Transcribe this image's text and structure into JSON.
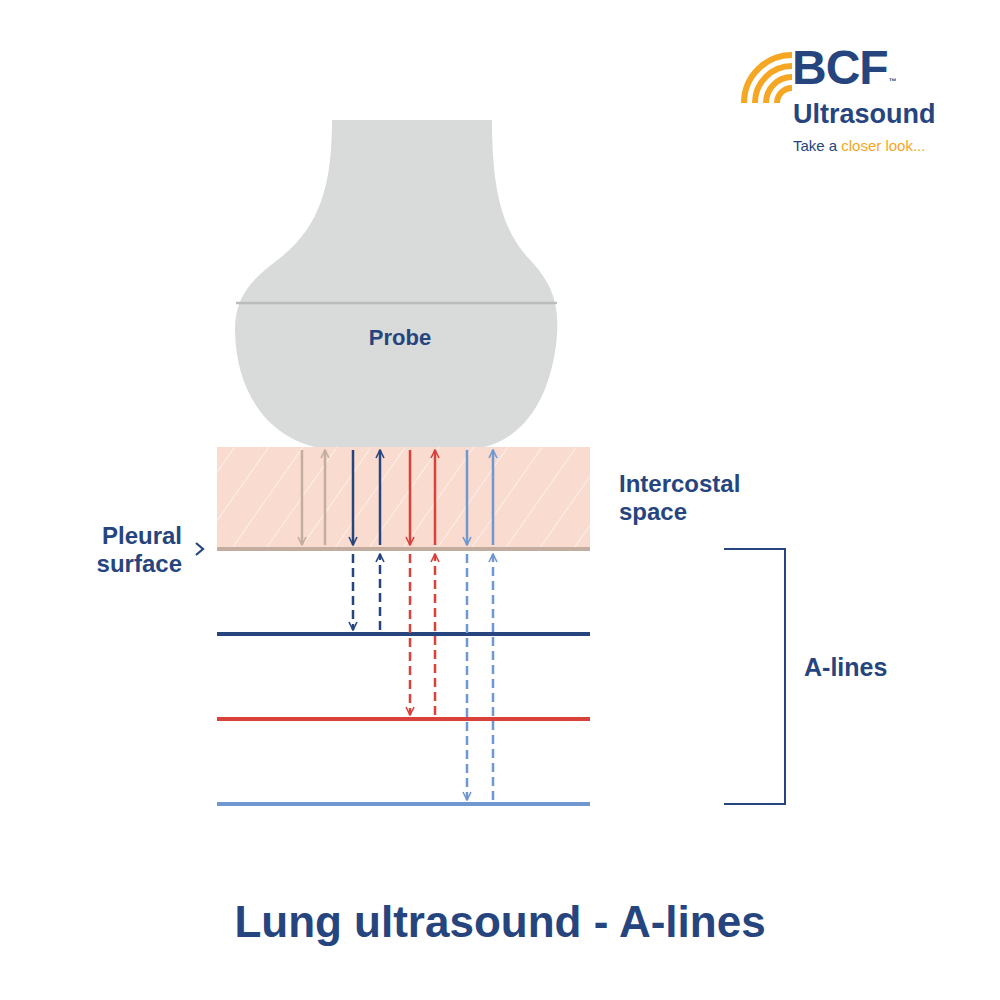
{
  "diagram": {
    "title": "Lung ultrasound - A-lines",
    "nodes": [
      {
        "text": [
          "Probe"
        ]
      }
    ],
    "labels": [
      "BCF",
      "™",
      "Ultrasound",
      "Take a",
      "closer look...",
      "Intercostal space",
      "Pleural surface",
      "A-lines"
    ]
  }
}
